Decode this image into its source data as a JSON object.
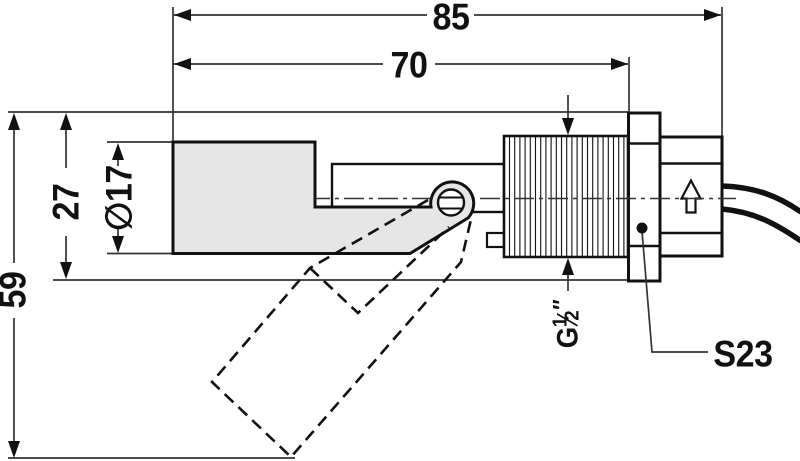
{
  "dims": {
    "overall_length": "85",
    "length_to_nut_face": "70",
    "overall_height_float_down": "59",
    "nut_height": "27",
    "float_diameter": "∅17"
  },
  "thread_label": {
    "prefix": "G",
    "numerator": "1",
    "fraction_slash": "⁄",
    "denominator": "2",
    "inch_mark": "″"
  },
  "part_ref": "S23",
  "colors": {
    "line": "#1a1a1a",
    "dim_line": "#333333",
    "float_fill": "#e6e6e6",
    "background": "#ffffff"
  }
}
